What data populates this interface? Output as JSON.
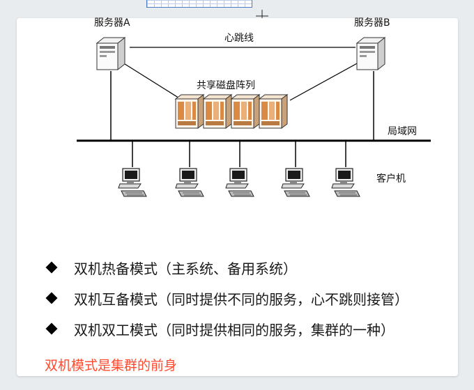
{
  "diagram": {
    "server_a_label": "服务器A",
    "server_b_label": "服务器B",
    "heartbeat_label": "心跳线",
    "storage_label": "共享磁盘阵列",
    "lan_label": "局域网",
    "client_label": "客户机"
  },
  "bullets": [
    {
      "text": "双机热备模式（主系统、备用系统）"
    },
    {
      "text": "双机互备模式（同时提供不同的服务，心不跳则接管）"
    },
    {
      "text": "双机双工模式（同时提供相同的服务，集群的一种）"
    }
  ],
  "note": "双机模式是集群的前身",
  "colors": {
    "note": "#ff4a2e",
    "bullet": "#000000"
  }
}
